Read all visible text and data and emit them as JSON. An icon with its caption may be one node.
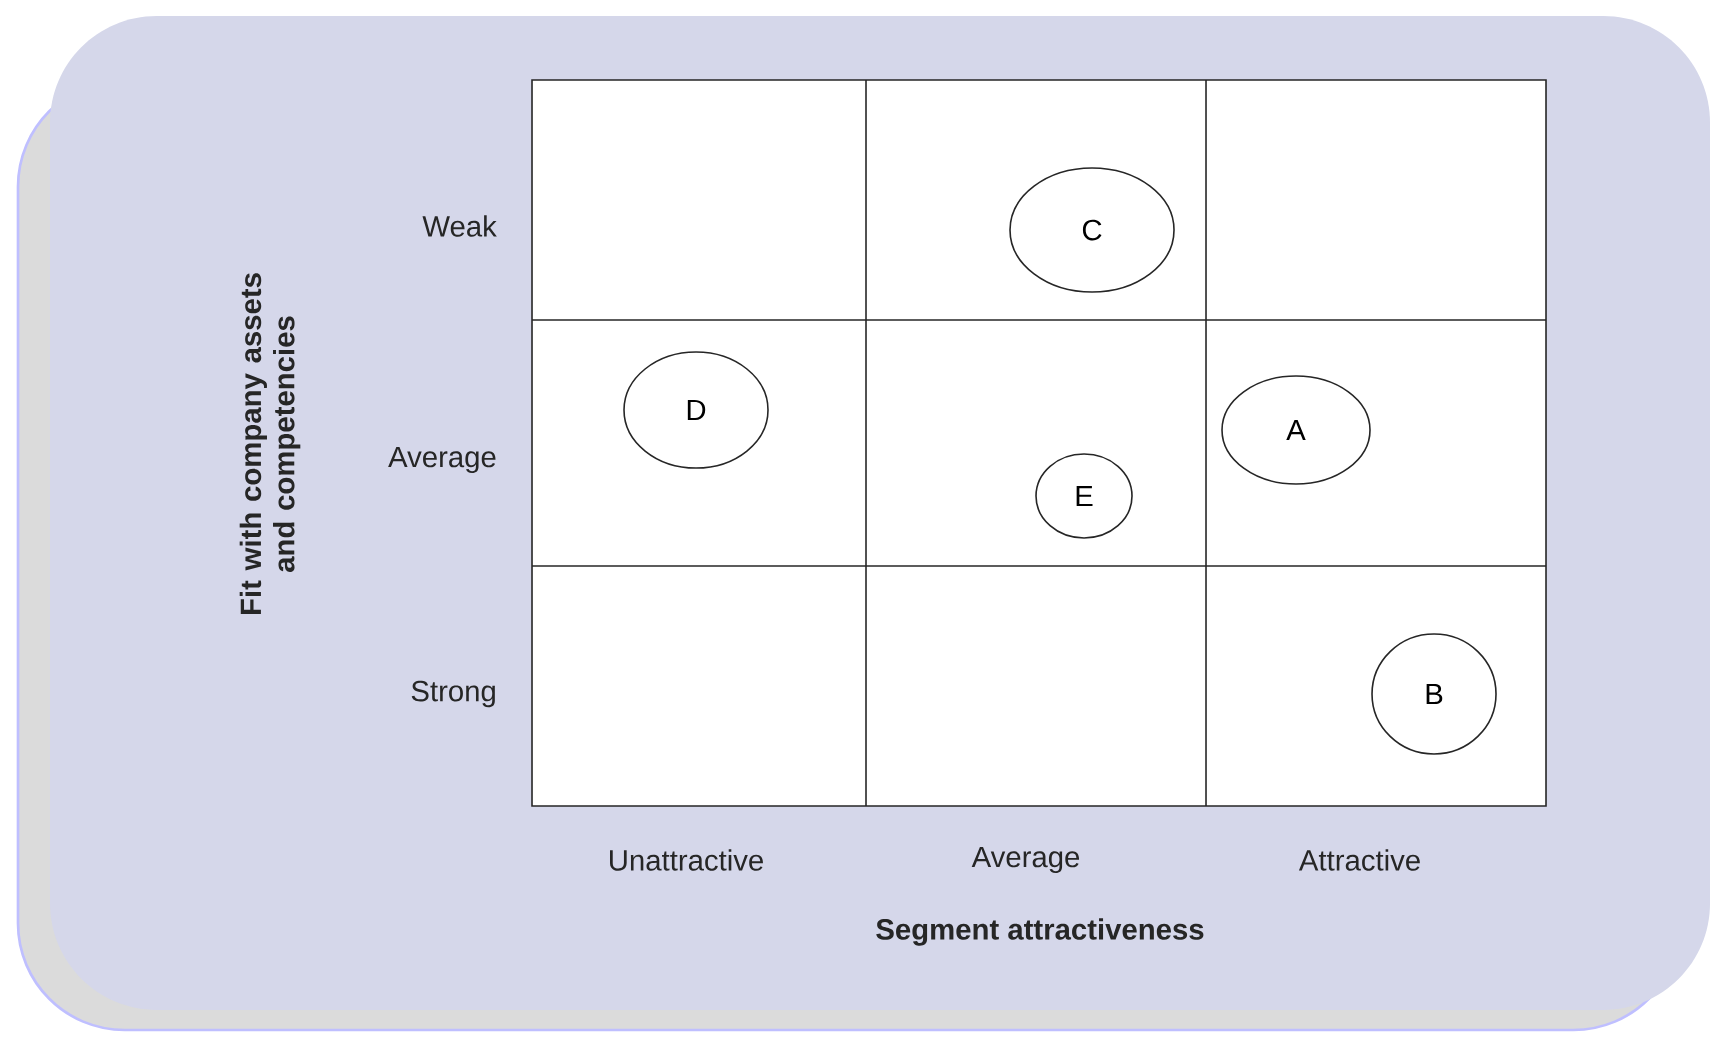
{
  "diagram": {
    "nodes": [
      {
        "text": [
          "C"
        ]
      },
      {
        "text": [
          "D"
        ]
      },
      {
        "text": [
          "A"
        ]
      },
      {
        "text": [
          "E"
        ]
      },
      {
        "text": [
          "B"
        ]
      }
    ],
    "labels": [
      "Fit with company assets and competencies",
      "Weak",
      "Average",
      "Strong",
      "Unattractive",
      "Average",
      "Attractive",
      "Segment attractiveness"
    ]
  }
}
